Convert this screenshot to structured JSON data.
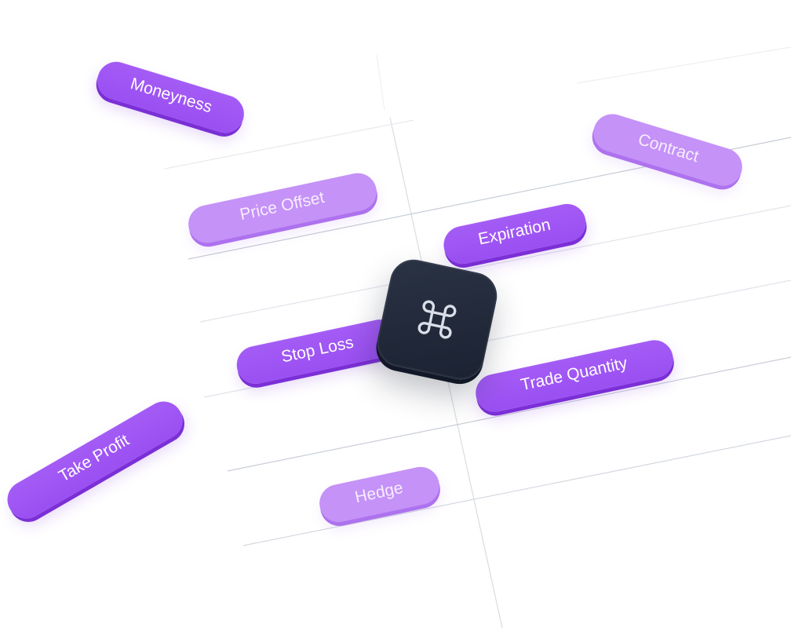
{
  "tags": [
    {
      "id": "moneyness",
      "label": "Moneyness",
      "style": "solid"
    },
    {
      "id": "contract",
      "label": "Contract",
      "style": "light"
    },
    {
      "id": "price-offset",
      "label": "Price Offset",
      "style": "light"
    },
    {
      "id": "expiration",
      "label": "Expiration",
      "style": "solid"
    },
    {
      "id": "stop-loss",
      "label": "Stop Loss",
      "style": "solid"
    },
    {
      "id": "trade-quantity",
      "label": "Trade Quantity",
      "style": "solid"
    },
    {
      "id": "take-profit",
      "label": "Take Profit",
      "style": "solid"
    },
    {
      "id": "hedge",
      "label": "Hedge",
      "style": "light"
    }
  ],
  "command_key": {
    "icon": "command-icon"
  },
  "colors": {
    "pill_solid": "#9a4ff2",
    "pill_light": "#c592f7",
    "key_background": "#1f2737",
    "grid_line": "#d9dde3"
  }
}
